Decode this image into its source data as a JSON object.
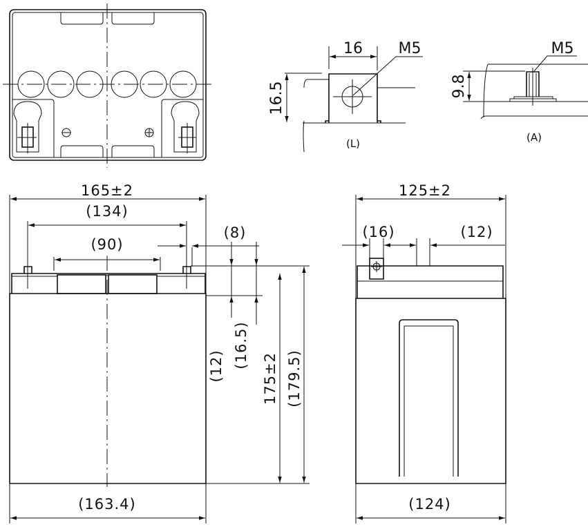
{
  "top_view": {
    "negative_symbol": "⊖",
    "positive_symbol": "⊕"
  },
  "detail_L": {
    "width": "16",
    "height": "16.5",
    "thread": "M5",
    "label": "(L)"
  },
  "detail_A": {
    "height": "9.8",
    "thread": "M5",
    "label": "(A)"
  },
  "front_view": {
    "overall_width": "165±2",
    "terminal_spacing": "(134)",
    "handle_width": "(90)",
    "terminal_offset": "(8)",
    "lid_height": "(12)",
    "terminal_height": "(16.5)",
    "height": "175±2",
    "total_height": "(179.5)",
    "bottom_width": "(163.4)"
  },
  "side_view": {
    "overall_width": "125±2",
    "terminal_offset": "(16)",
    "terminal_gap": "(12)",
    "bottom_width": "(124)"
  }
}
